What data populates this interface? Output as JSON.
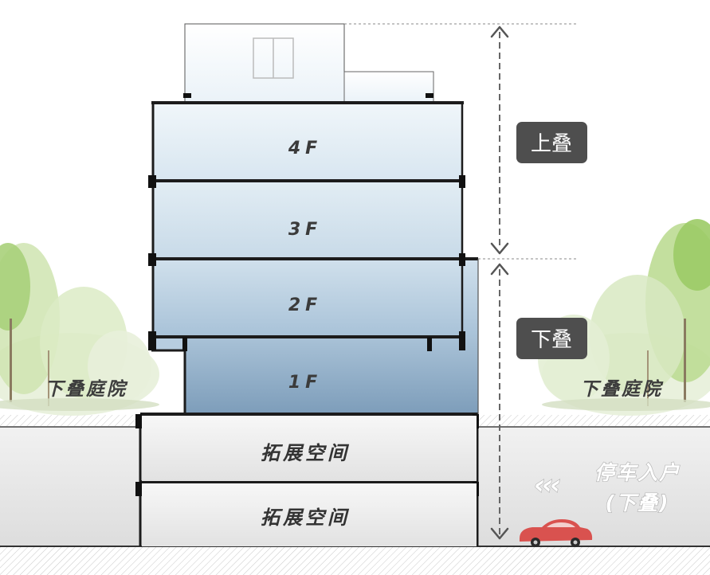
{
  "floors": {
    "f4": "4F",
    "f3": "3F",
    "f2": "2F",
    "f1": "1F"
  },
  "basement": {
    "upper_label": "拓展空间",
    "lower_label": "拓展空间"
  },
  "courtyard": {
    "left_label": "下叠庭院",
    "right_label": "下叠庭院"
  },
  "tags": {
    "upper_stack": "上叠",
    "lower_stack": "下叠"
  },
  "parking": {
    "arrows": "‹‹‹",
    "line1": "停车入户",
    "line2": "(下叠)"
  },
  "colors": {
    "tag_bg": "#4e4e4e",
    "floor_top": "#eef5fa",
    "floor_bottom": "#7e9fbd",
    "car": "#d9524f"
  }
}
